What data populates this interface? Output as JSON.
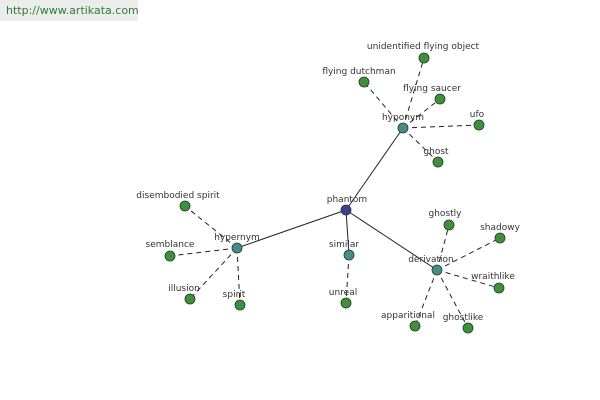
{
  "site_link": "http://www.artikata.com",
  "colors": {
    "center": "#3f3f8f",
    "relation": "#4a8a8a",
    "leaf": "#3f8f3f",
    "edge": "#222222",
    "text": "#333333"
  },
  "graph": {
    "center": {
      "label": "phantom"
    },
    "relations": [
      {
        "label": "hyponym",
        "leaves": [
          "unidentified flying object",
          "flying dutchman",
          "flying saucer",
          "ufo",
          "ghost"
        ]
      },
      {
        "label": "hypernym",
        "leaves": [
          "disembodied spirit",
          "semblance",
          "illusion",
          "spirit"
        ]
      },
      {
        "label": "similar",
        "leaves": [
          "unreal"
        ]
      },
      {
        "label": "derivation",
        "leaves": [
          "ghostly",
          "shadowy",
          "wraithlike",
          "apparitional",
          "ghostlike"
        ]
      }
    ]
  }
}
